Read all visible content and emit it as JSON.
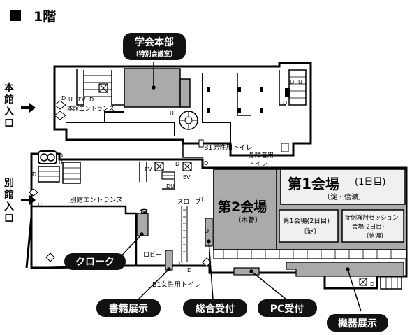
{
  "floor_title": "■ 1階",
  "callouts": {
    "gakkai_honbu": "学会本部",
    "gakkai_honbu_sub": "〔特別会議室〕",
    "cloak": "クローク",
    "shoseki": "書籍展示",
    "sogo_uketsuke": "総合受付",
    "pc_uketsuke": "PC受付",
    "kiki_tenji": "機器展示"
  },
  "side_labels": {
    "honkan_entrance": "本館入口",
    "bekkan_entrance": "別館入口"
  },
  "rooms": {
    "hall1_name": "第1会場",
    "hall1_days": "(1日目)",
    "hall1_sub": "〔淀・信濃〕",
    "hall2_name": "第2会場",
    "hall2_sub": "〔木曽〕",
    "hall1_day2": "第1会場(2日目)",
    "hall1_day2_sub": "〔淀〕",
    "session_line1": "症例検討セッション",
    "session_line2": "会場(2日目)",
    "session_sub": "〔信濃〕"
  },
  "labels": {
    "honkan_entrance_inner": "本館エントランス",
    "bekkan_entrance_inner": "別館エントランス",
    "b1_mens_toilet": "B1男性用トイレ",
    "b1_womens_toilet": "B1女性用トイレ",
    "accessible_toilet_1": "身障者用",
    "accessible_toilet_2": "トイレ",
    "slope": "スロープ",
    "lobby": "ロビー",
    "ev": "EV",
    "du": "DU",
    "d": "D",
    "u": "U",
    "phone_icon": "☎"
  },
  "colors": {
    "grey_room": "#aaaaaa",
    "light_room": "#f0f0f0",
    "pill_bg": "#111111",
    "pill_text": "#ffffff"
  }
}
